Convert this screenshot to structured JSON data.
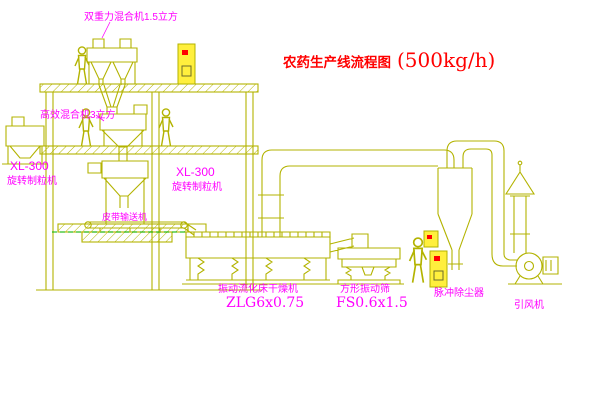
{
  "title": {
    "main": "农药生产线流程图",
    "capacity": "(500kg/h)"
  },
  "labels": {
    "top_mixer": "双重力混合机1.5立方",
    "high_efficiency_mixer": "高效混合机3立方",
    "granulator_left_model": "XL-300",
    "granulator_left_name": "旋转制粒机",
    "granulator_mid_model": "XL-300",
    "granulator_mid_name": "旋转制粒机",
    "belt_conveyor": "皮带输送机",
    "fluid_bed_dryer": "振动流化床干燥机",
    "fluid_bed_dryer_model": "ZLG6x0.75",
    "vibrating_sieve": "方形振动筛",
    "vibrating_sieve_model": "FS0.6x1.5",
    "pulse_dust_collector": "脉冲除尘器",
    "induced_draft_fan": "引风机"
  },
  "colors": {
    "diagram_line": "#b3b300",
    "label_text": "#ff00ff",
    "title_text": "#ff0000",
    "panel_fill": "#ffef3d",
    "indicator_red": "#ff0000",
    "datum_dash_green": "#00b400"
  }
}
